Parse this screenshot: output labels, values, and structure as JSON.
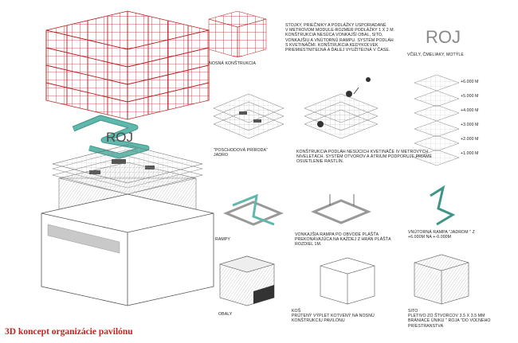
{
  "caption": "3D koncept organizácie pavilónu",
  "roj_main": "ROJ",
  "roj_right": {
    "title": "ROJ",
    "subtitle": "VČELY, ČMELIAKY, MOTÝLE"
  },
  "structure": {
    "label": "NOSNÁ KONŠTRUKCIA",
    "description": "STOJKY, PRIEČNIKY A PODLÁŽKY USPORIADANÉ\nV METROVOM MODULE-ROZMER PODLÁŽKY 1 X 2 m.\nKONŠTRUKCIA NESÚCA VONKAJŠÍ OBAL, SITO,\nVONKAJŠIU A VNÚTORNÚ RAMPU. SYSTÉM PODLÁH\nS KVETINÁČMI. KONŠTRUKCIA KEDYKOĽVEK\nPRIEMIESTNITEĽNÁ A ĎALEJ VYUŽITEĽNÁ V ČASE."
  },
  "core": {
    "label": "\"POSCHODOVÁ PRÍRODA\"\nJADRO",
    "description": "KONŠTRUKCIA PODLÁH NESÚCICH KVETINÁČE IV METROVÝCH\nNIVELETÁCH. SYSTÉM OTVOROV A ÁTRIUM PODPORUJE PRIAME\nOSVETLENIE RASTLÍN."
  },
  "levels": [
    "+6.000 m",
    "+5.000 m",
    "+4.000 m",
    "+3.000 m",
    "+2.000 m",
    "+1.000 m"
  ],
  "ramps": {
    "label": "RAMPY",
    "description": "VONKAJŠIA RAMPA PO OBVODE PLÁŠŤA\nPREKONÁVAJÚCA NA KAŽDEJ Z HRÁN PLÁŠŤA\nROZDIEL 1m.",
    "inner": "VNÚTORNÁ RAMPA \"JADROM \" Z\n+6.000m NA +-0.000m"
  },
  "shells": {
    "label": "OBALY",
    "kos": "KOŠ\nPRÚTENÝ VÝPLET KOTVENÝ NA NOSNÚ\nKONŠTRUKCIU  PAVILÓNU",
    "sito": "SITO\nPLETIVO ZO ŠTVORCOV 3.5 X 3.5 mm\nBRÁNIACE ÚNIKU \" ROJA \"DO VOĽNÉHO\nPRIESTRANSTVA"
  },
  "colors": {
    "structure_red": "#b81c1c",
    "ramp_teal": "#5fb8ab",
    "caption_red": "#cc1f1f",
    "roj_gray": "#8a8a8a"
  }
}
